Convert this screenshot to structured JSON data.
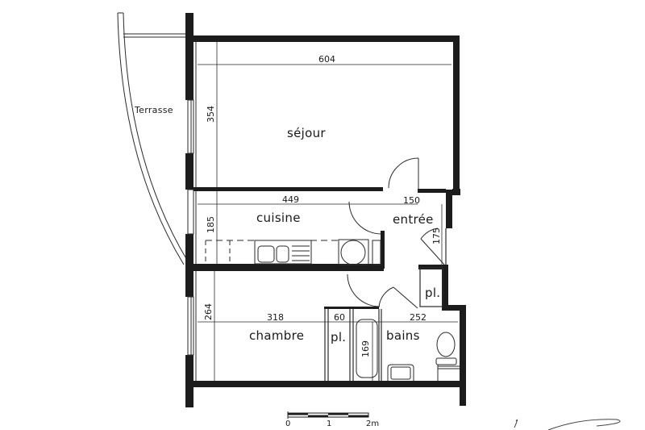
{
  "plan": {
    "rooms": {
      "terrasse": "Terrasse",
      "sejour": "séjour",
      "cuisine": "cuisine",
      "entree": "entrée",
      "chambre": "chambre",
      "placard_chambre": "pl.",
      "placard_entree": "pl.",
      "bains": "bains"
    },
    "dimensions": {
      "sejour_width": "604",
      "sejour_depth": "354",
      "cuisine_width": "449",
      "cuisine_depth": "185",
      "entree_width": "150",
      "entree_depth": "175",
      "chambre_width": "318",
      "chambre_depth": "264",
      "placard_width": "60",
      "bains_width": "252",
      "bath_length": "169"
    },
    "scale_bar": {
      "label_0": "0",
      "label_1": "1",
      "label_2": "2m"
    },
    "colors": {
      "wall": "#1c1c1c",
      "line": "#2a2a2a",
      "background": "#ffffff"
    }
  }
}
